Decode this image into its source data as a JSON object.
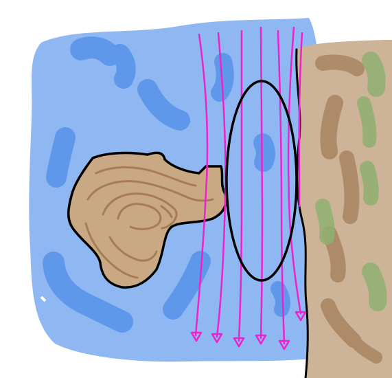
{
  "colors": {
    "background": "#ffffff",
    "water": "#8fb8f2",
    "water_deep": "#5f97ea",
    "land": "#cdb397",
    "land_dark": "#a88460",
    "vegetation": "#8fb070",
    "island": "#c9a884",
    "island_contour": "#a67c52",
    "outline": "#000000",
    "flow_lines": "#ee22cc"
  },
  "icons": {
    "flow_arrowhead": "triangle-down-outline"
  },
  "elements": {
    "water": "water-area",
    "land": "coastline-land",
    "island": "island",
    "ellipse": "channel-ellipse",
    "flow": "flow-lines"
  }
}
